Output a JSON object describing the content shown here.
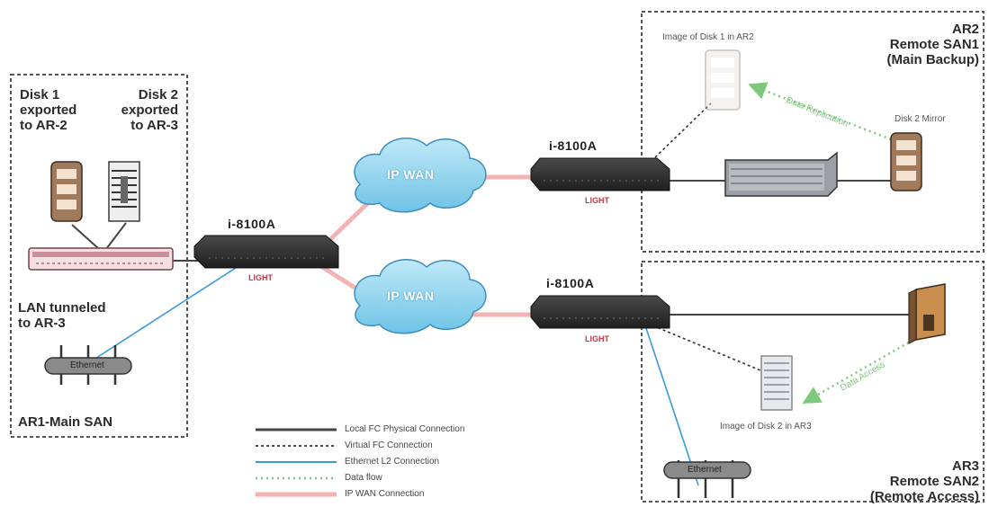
{
  "zones": {
    "ar1": {
      "disk1_label": [
        "Disk 1",
        "exported",
        "to AR-2"
      ],
      "disk2_label": [
        "Disk 2",
        "exported",
        "to AR-3"
      ],
      "lan_label": [
        "LAN tunneled",
        "to AR-3"
      ],
      "ethernet_label": "Ethernet",
      "zone_label": "AR1-Main SAN"
    },
    "ar2": {
      "title": [
        "AR2",
        "Remote SAN1",
        "(Main Backup)"
      ],
      "image_label": "Image of Disk 1 in AR2",
      "mirror_label": "Disk 2 Mirror",
      "replication_label": "Data Replication"
    },
    "ar3": {
      "title": [
        "AR3",
        "Remote SAN2",
        "(Remote Access)"
      ],
      "image_label": "Image of Disk 2 in AR3",
      "access_label": "Data Access",
      "ethernet_label": "Ethernet"
    }
  },
  "devices": {
    "router_main": "i-8100A",
    "router_ar2": "i-8100A",
    "router_ar3": "i-8100A",
    "brand": "LIGHT"
  },
  "clouds": {
    "top": "IP WAN",
    "bottom": "IP WAN"
  },
  "legend": {
    "items": [
      {
        "label": "Local FC Physical Connection",
        "color": "#444444",
        "style": "solid"
      },
      {
        "label": "Virtual FC Connection",
        "color": "#333333",
        "style": "dashed"
      },
      {
        "label": "Ethernet L2 Connection",
        "color": "#3a9ad9",
        "style": "solid"
      },
      {
        "label": "Data flow",
        "color": "#7cc87c",
        "style": "dotted"
      },
      {
        "label": "IP WAN Connection",
        "color": "#f3b3b3",
        "style": "thick"
      }
    ]
  },
  "colors": {
    "wan_cloud": "#8ed3ef",
    "router_body": "#2f2f2f",
    "fc_line": "#444444",
    "ethernet": "#3a9ad9",
    "wan_line": "#f3b3b3",
    "dataflow": "#7cc87c"
  }
}
